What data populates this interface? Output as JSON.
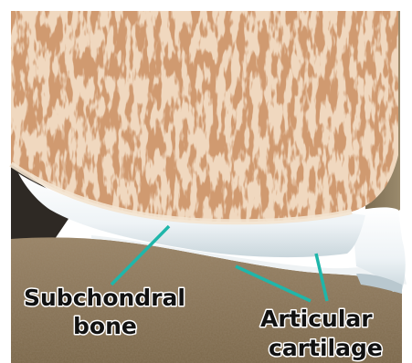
{
  "labels": {
    "subchondral_line1": "Subchondral",
    "subchondral_line2": "bone",
    "articular_line1": "Articular",
    "articular_line2": "cartilage"
  },
  "colors": {
    "background": "#ffffff",
    "lower_bone": "#8a7558",
    "upper_bone_base": "#f0d8bf",
    "trabecular": "#a8582a",
    "cartilage": "#f1f5f7",
    "leader_line": "#1fb6aa",
    "shadow": "#2a2520"
  }
}
